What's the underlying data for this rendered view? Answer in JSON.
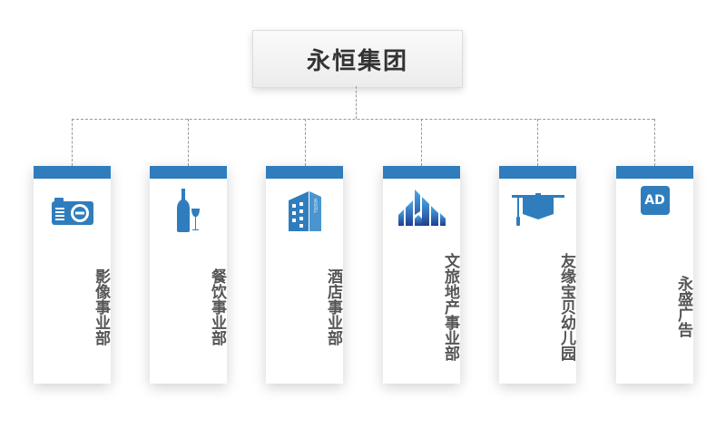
{
  "title": "永恒集团",
  "accent_color": "#2f7dbd",
  "departments": [
    {
      "label": "影像事业部",
      "icon": "camera-icon"
    },
    {
      "label": "餐饮事业部",
      "icon": "wine-icon"
    },
    {
      "label": "酒店事业部",
      "icon": "hotel-building-icon",
      "icon_text": "HOSTEL"
    },
    {
      "label": "文旅地产事业部",
      "icon": "city-buildings-icon"
    },
    {
      "label": "友缘宝贝幼儿园",
      "icon": "graduation-cap-icon"
    },
    {
      "label": "永盛广告",
      "icon": "ad-icon",
      "icon_text": "AD"
    }
  ]
}
